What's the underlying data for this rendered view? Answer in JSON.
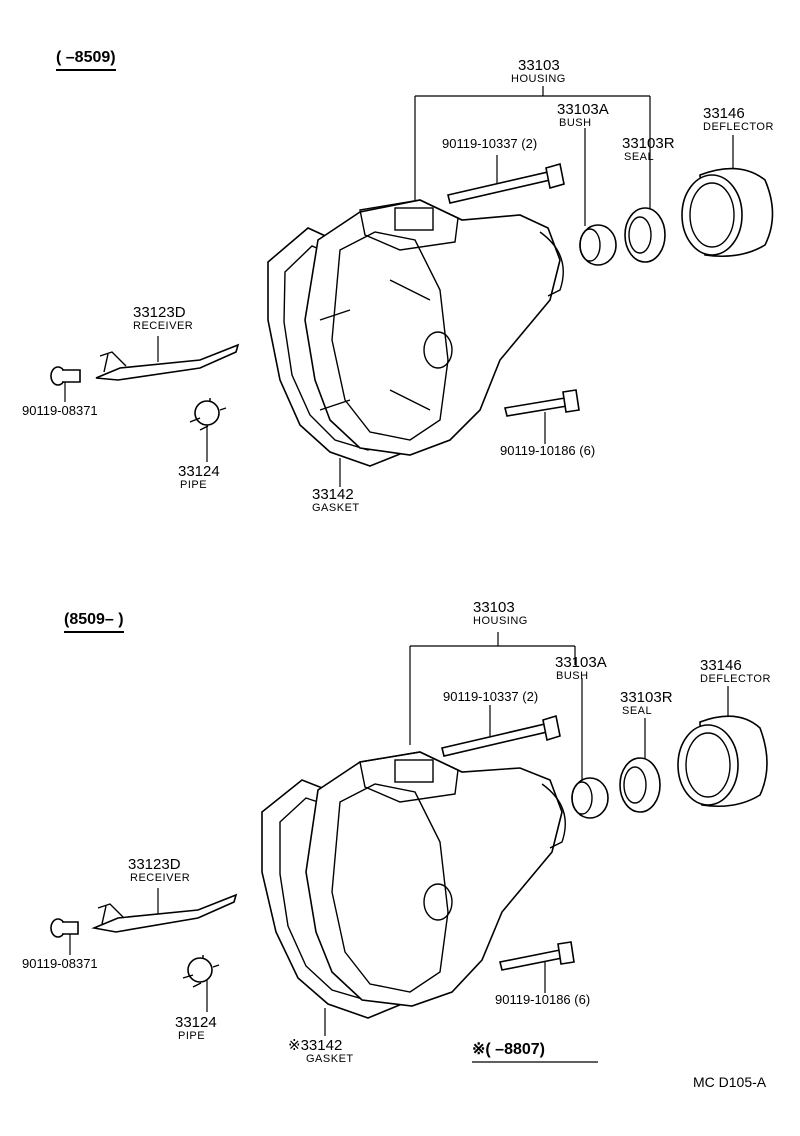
{
  "top": {
    "date_range": "(      –8509)",
    "housing_num": "33103",
    "housing_name": "HOUSING",
    "bush_num": "33103A",
    "bush_name": "BUSH",
    "seal_num": "33103R",
    "seal_name": "SEAL",
    "deflector_num": "33146",
    "deflector_name": "DEFLECTOR",
    "bolt_top": "90119-10337 (2)",
    "bolt_bottom": "90119-10186 (6)",
    "receiver_num": "33123D",
    "receiver_name": "RECEIVER",
    "small_bolt": "90119-08371",
    "pipe_num": "33124",
    "pipe_name": "PIPE",
    "gasket_num": "33142",
    "gasket_name": "GASKET"
  },
  "bottom": {
    "date_range": "(8509–      )",
    "housing_num": "33103",
    "housing_name": "HOUSING",
    "bush_num": "33103A",
    "bush_name": "BUSH",
    "seal_num": "33103R",
    "seal_name": "SEAL",
    "deflector_num": "33146",
    "deflector_name": "DEFLECTOR",
    "bolt_top": "90119-10337 (2)",
    "bolt_bottom": "90119-10186 (6)",
    "receiver_num": "33123D",
    "receiver_name": "RECEIVER",
    "small_bolt": "90119-08371",
    "pipe_num": "33124",
    "pipe_name": "PIPE",
    "gasket_num": "※33142",
    "gasket_name": "GASKET",
    "note": "※(       –8807)"
  },
  "footer": {
    "code": "MC  D105-A"
  }
}
